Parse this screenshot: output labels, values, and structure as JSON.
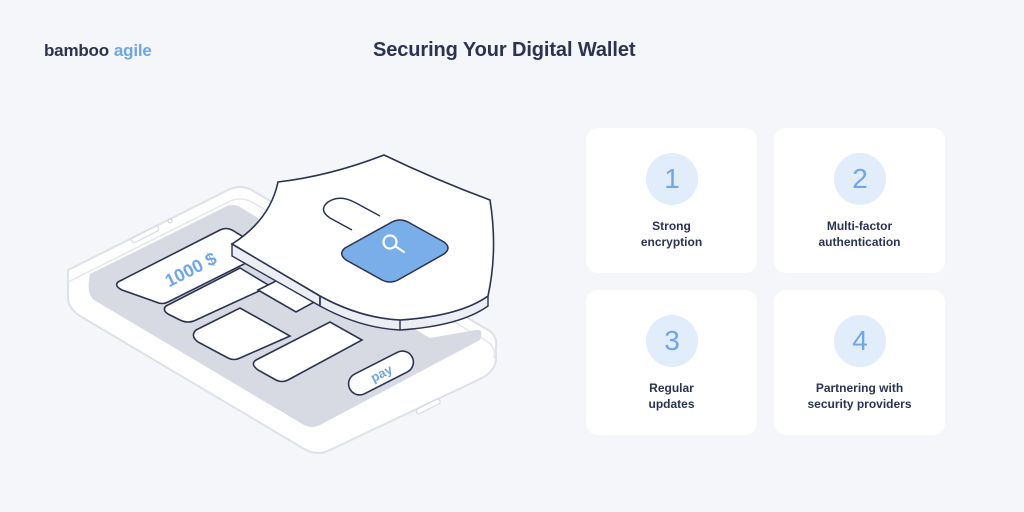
{
  "brand": {
    "part1": "bamboo",
    "part2": "agile"
  },
  "header": {
    "title": "Securing Your Digital Wallet"
  },
  "illustration": {
    "balance_text": "1000 $",
    "pay_button_label": "pay",
    "colors": {
      "accent": "#6fa6e6",
      "stroke": "#2b3350",
      "screen": "#d7dae3",
      "lock": "#7aaee8"
    }
  },
  "cards": [
    {
      "number": "1",
      "line1": "Strong",
      "line2": "encryption"
    },
    {
      "number": "2",
      "line1": "Multi-factor",
      "line2": "authentication"
    },
    {
      "number": "3",
      "line1": "Regular",
      "line2": "updates"
    },
    {
      "number": "4",
      "line1": "Partnering with",
      "line2": "security providers"
    }
  ]
}
